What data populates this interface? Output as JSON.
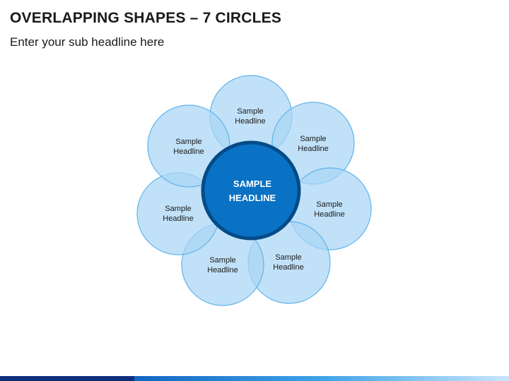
{
  "slide": {
    "title": "OVERLAPPING SHAPES – 7 CIRCLES",
    "subtitle": "Enter your sub headline here"
  },
  "center": {
    "line1": "SAMPLE",
    "line2": "HEADLINE"
  },
  "petals": [
    {
      "line1": "Sample",
      "line2": "Headline"
    },
    {
      "line1": "Sample",
      "line2": "Headline"
    },
    {
      "line1": "Sample",
      "line2": "Headline"
    },
    {
      "line1": "Sample",
      "line2": "Headline"
    },
    {
      "line1": "Sample",
      "line2": "Headline"
    },
    {
      "line1": "Sample",
      "line2": "Headline"
    },
    {
      "line1": "Sample",
      "line2": "Headline"
    }
  ],
  "colors": {
    "petal_fill": "#a9d6f5",
    "petal_stroke": "#5fb3ea",
    "center_fill": "#0a72c4",
    "center_stroke": "#054b86",
    "text": "#1a1a1a"
  }
}
